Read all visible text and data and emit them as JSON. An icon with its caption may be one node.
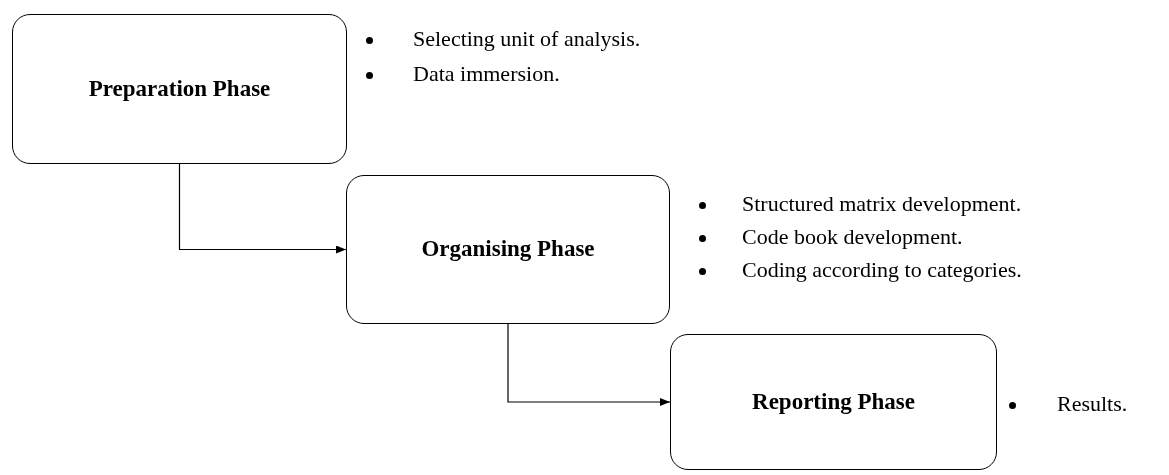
{
  "diagram": {
    "nodes": [
      {
        "text": [
          "Preparation Phase"
        ],
        "beside": [
          "Selecting unit of analysis.",
          "Data immersion."
        ]
      },
      {
        "text": [
          "Organising Phase"
        ],
        "beside": [
          "Structured matrix development.",
          "Code book development.",
          "Coding according to categories."
        ]
      },
      {
        "text": [
          "Reporting Phase"
        ],
        "beside": [
          "Results."
        ]
      }
    ],
    "edges": [
      {
        "from": 0,
        "to": 1,
        "arrow": "to"
      },
      {
        "from": 1,
        "to": 2,
        "arrow": "to"
      }
    ]
  }
}
